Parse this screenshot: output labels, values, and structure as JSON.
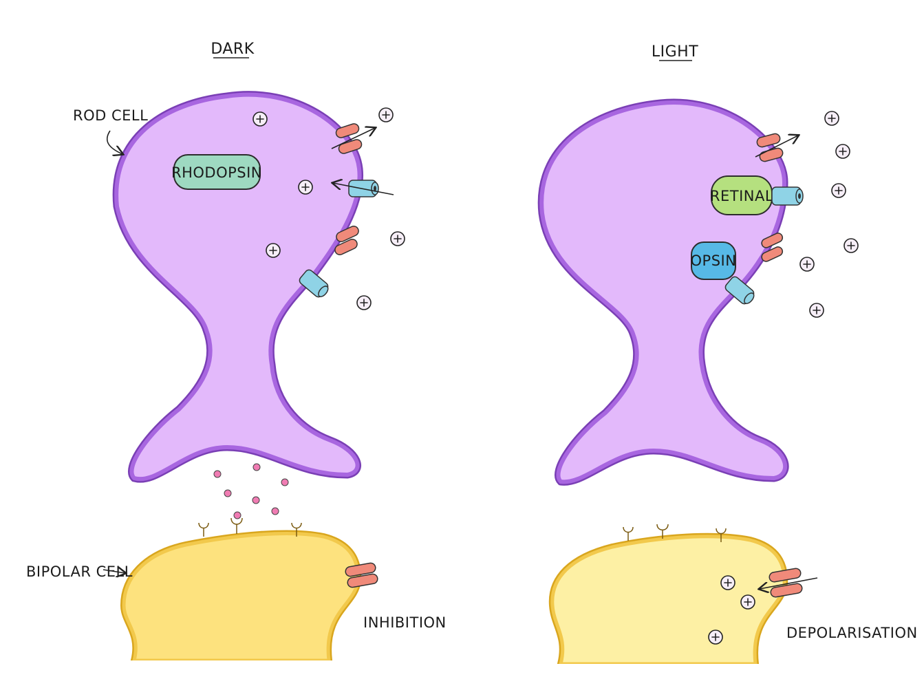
{
  "headings": {
    "dark": "DARK",
    "light": "LIGHT"
  },
  "labels": {
    "rod_cell": "ROD CELL",
    "bipolar_cell": "BIPOLAR CELL",
    "inhibition": "INHIBITION",
    "depolarisation": "DEPOLARISATION"
  },
  "molecules": {
    "rhodopsin": "RHODOPSIN",
    "retinal": "RETINAL",
    "opsin": "OPSIN"
  },
  "colors": {
    "rod_fill": "#e3b9fb",
    "rod_outline": "#9b59d6",
    "bipolar_fill_dark": "#fde27e",
    "bipolar_fill_light": "#fdf0a4",
    "bipolar_outline": "#e9b93c",
    "channel_red": "#f08a7a",
    "channel_blue": "#8fd3e6",
    "rhodopsin": "#9ed9c1",
    "retinal": "#b5e07f",
    "opsin": "#57b9e6",
    "neurotransmitter": "#f07cb3"
  }
}
